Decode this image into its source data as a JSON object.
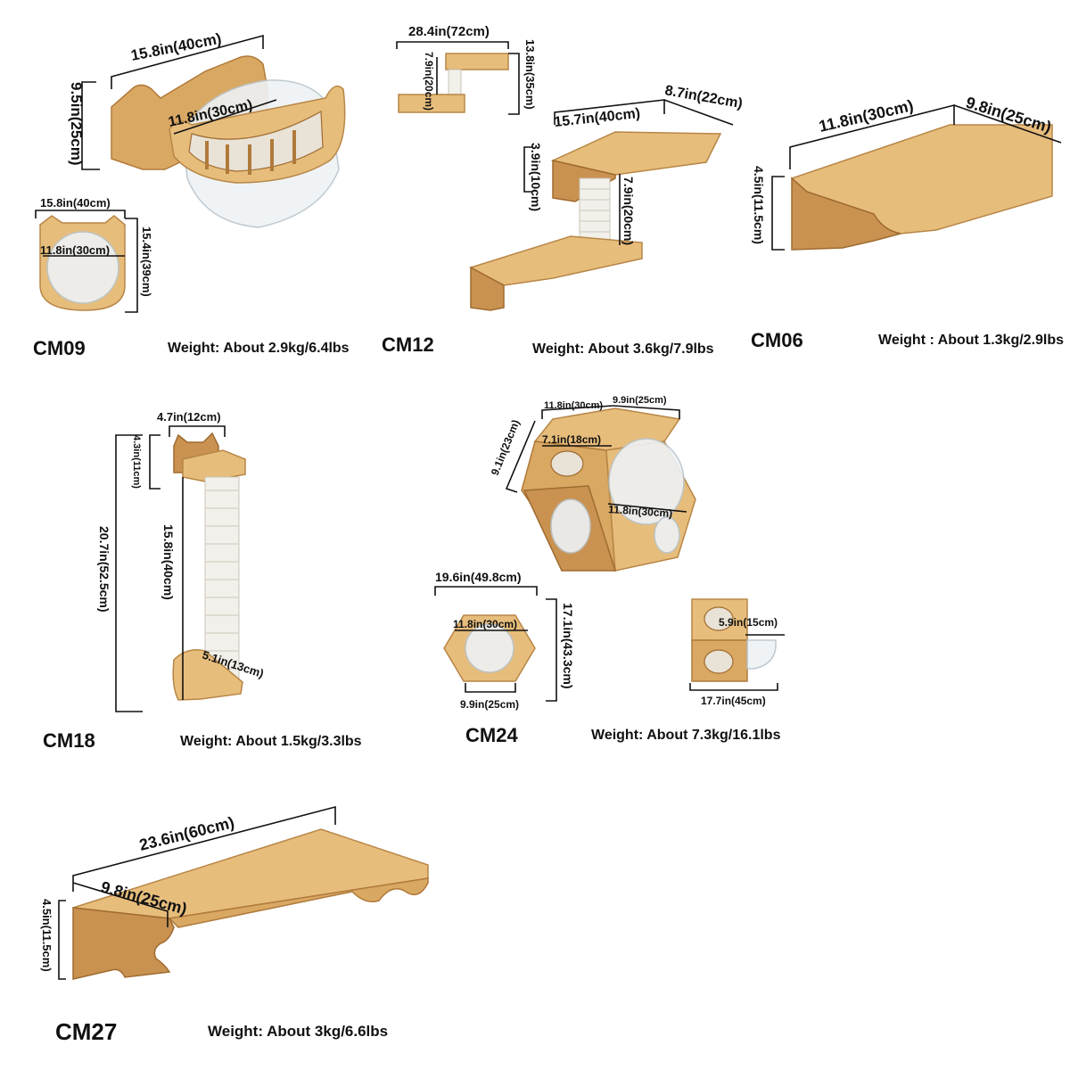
{
  "products": {
    "cm09": {
      "code": "CM09",
      "weight": "Weight: About 2.9kg/6.4lbs",
      "dims": {
        "width": "15.8in(40cm)",
        "height": "9.5in(25cm)",
        "bowl": "11.8in(30cm)",
        "front_width": "15.8in(40cm)",
        "front_bowl": "11.8in(30cm)",
        "front_height": "15.4in(39cm)"
      }
    },
    "cm12": {
      "code": "CM12",
      "weight": "Weight: About 3.6kg/7.9lbs",
      "dims": {
        "total_width": "28.4in(72cm)",
        "post_small": "7.9in(20cm)",
        "total_height": "13.8in(35cm)",
        "top_length": "15.7in(40cm)",
        "top_depth": "8.7in(22cm)",
        "top_height": "3.9in(10cm)",
        "post": "7.9in(20cm)"
      }
    },
    "cm06": {
      "code": "CM06",
      "weight": "Weight : About 1.3kg/2.9lbs",
      "dims": {
        "length": "11.8in(30cm)",
        "depth": "9.8in(25cm)",
        "height": "4.5in(11.5cm)"
      }
    },
    "cm18": {
      "code": "CM18",
      "weight": "Weight: About 1.5kg/3.3lbs",
      "dims": {
        "top_width": "4.7in(12cm)",
        "top_height": "4.3in(11cm)",
        "total_height": "20.7in(52.5cm)",
        "post_length": "15.8in(40cm)",
        "base": "5.1in(13cm)"
      }
    },
    "cm24": {
      "code": "CM24",
      "weight": "Weight: About 7.3kg/16.1lbs",
      "dims": {
        "top_a": "11.8in(30cm)",
        "top_b": "9.9in(25cm)",
        "side": "9.1in(23cm)",
        "small_hole": "7.1in(18cm)",
        "big_hole": "11.8in(30cm)",
        "front_width": "19.6in(49.8cm)",
        "front_bowl": "11.8in(30cm)",
        "front_height": "17.1in(43.3cm)",
        "front_base": "9.9in(25cm)",
        "side_hole": "5.9in(15cm)",
        "side_width": "17.7in(45cm)"
      }
    },
    "cm27": {
      "code": "CM27",
      "weight": "Weight: About 3kg/6.6lbs",
      "dims": {
        "length": "23.6in(60cm)",
        "depth": "9.8in(25cm)",
        "height": "4.5in(11.5cm)"
      }
    }
  }
}
